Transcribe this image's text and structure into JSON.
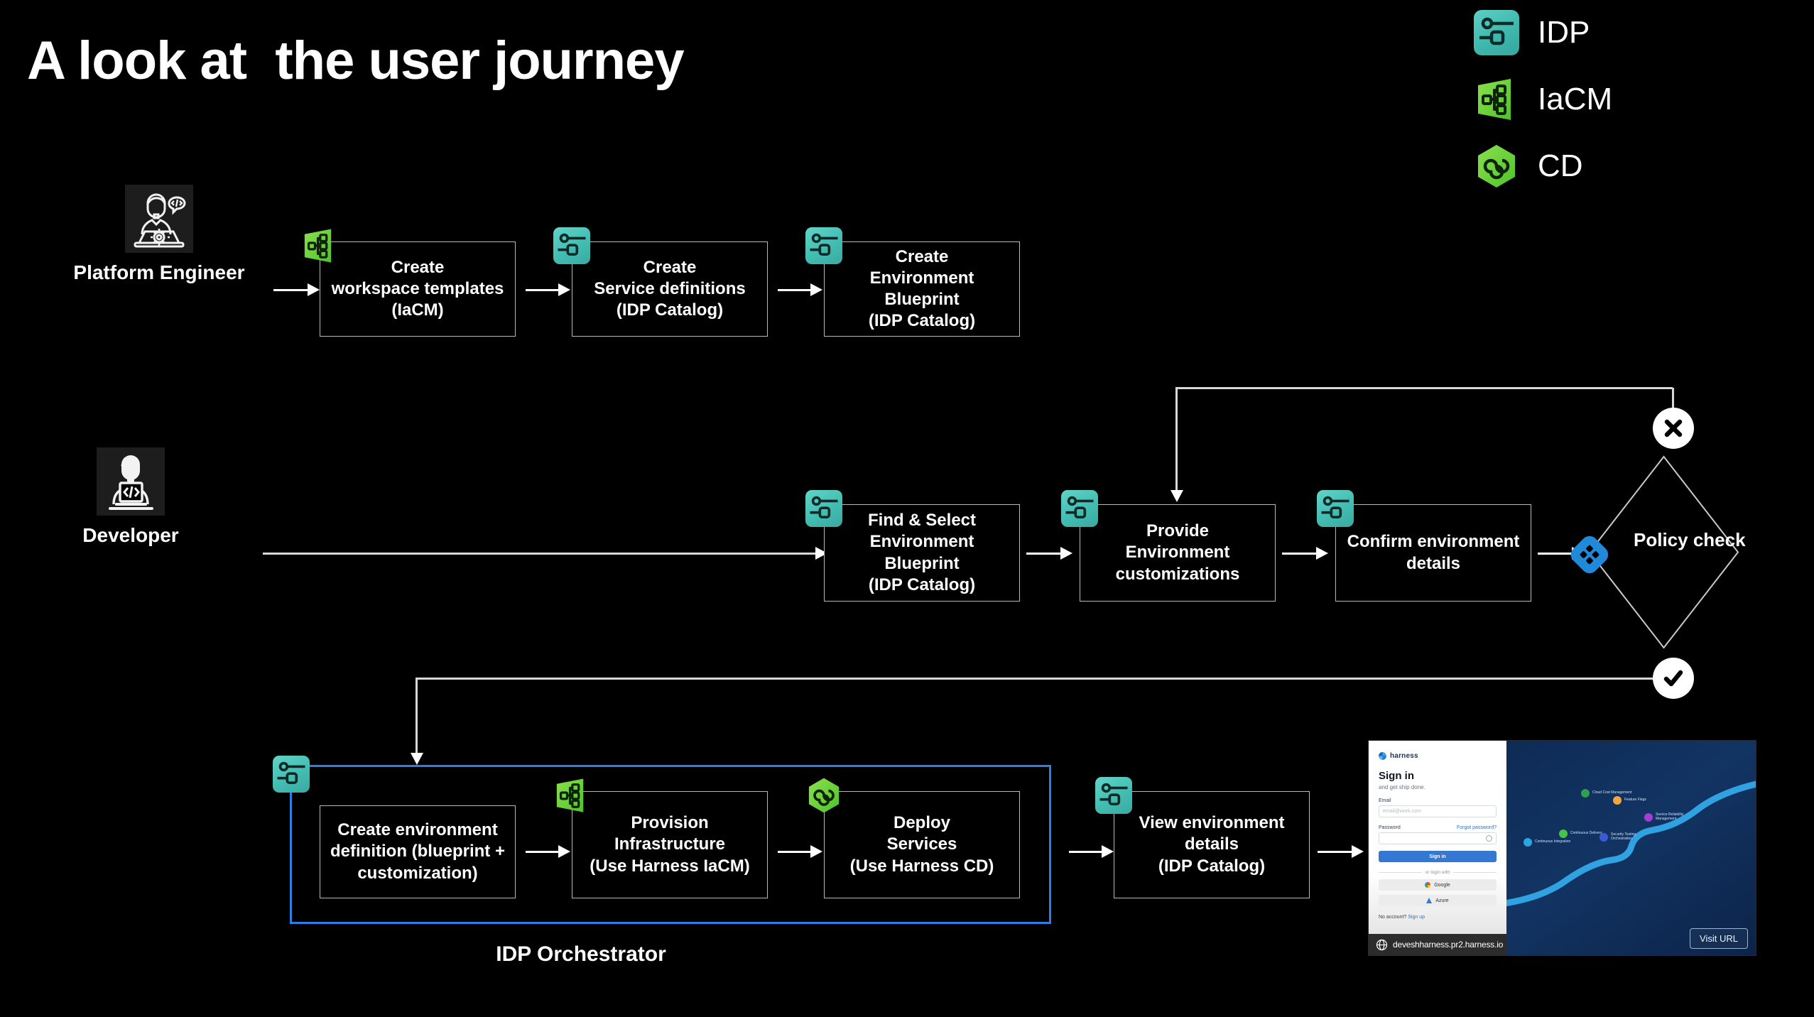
{
  "slide": {
    "title": "A look at  the user journey"
  },
  "legend": {
    "items": [
      {
        "icon": "idp-icon",
        "label": "IDP"
      },
      {
        "icon": "iacm-icon",
        "label": "IaCM"
      },
      {
        "icon": "cd-icon",
        "label": "CD"
      }
    ]
  },
  "personas": [
    {
      "id": "platform-engineer",
      "label": "Platform Engineer",
      "icon": "platform-engineer-avatar-icon"
    },
    {
      "id": "developer",
      "label": "Developer",
      "icon": "developer-avatar-icon"
    }
  ],
  "rows": {
    "platform_engineer": {
      "steps": [
        {
          "badge": "iacm-icon",
          "text": "Create\nworkspace templates\n(IaCM)"
        },
        {
          "badge": "idp-icon",
          "text": "Create\nService definitions\n(IDP Catalog)"
        },
        {
          "badge": "idp-icon",
          "text": "Create\nEnvironment Blueprint\n(IDP Catalog)"
        }
      ]
    },
    "developer": {
      "steps": [
        {
          "badge": "idp-icon",
          "text": "Find & Select\nEnvironment Blueprint\n(IDP Catalog)"
        },
        {
          "badge": "idp-icon",
          "text": "Provide\nEnvironment\ncustomizations"
        },
        {
          "badge": "idp-icon",
          "text": "Confirm environment\ndetails"
        }
      ],
      "decision": {
        "label": "Policy\ncheck",
        "icon": "opa-policy-icon",
        "fail_icon": "reject-x-icon",
        "pass_icon": "approve-check-icon"
      }
    },
    "orchestrator": {
      "group_label": "IDP Orchestrator",
      "group_badge": "idp-icon",
      "border_color": "#2b7fe0",
      "steps": [
        {
          "badge": null,
          "text": "Create environment\ndefinition (blueprint +\ncustomization)"
        },
        {
          "badge": "iacm-icon",
          "text": "Provision\nInfrastructure\n(Use Harness IaCM)"
        },
        {
          "badge": "cd-icon",
          "text": "Deploy\nServices\n(Use Harness CD)"
        }
      ],
      "final_step": {
        "badge": "idp-icon",
        "text": "View environment\ndetails\n(IDP Catalog)"
      }
    }
  },
  "thumbnail": {
    "brand": "harness",
    "title": "Sign in",
    "subtitle": "and get ship done.",
    "email_label": "Email",
    "email_placeholder": "email@work.com",
    "password_label": "Password",
    "forgot_link": "Forgot password?",
    "submit_label": "Sign in",
    "divider_label": "or login with",
    "oauth": [
      {
        "provider": "google",
        "label": "Google"
      },
      {
        "provider": "azure",
        "label": "Azure"
      }
    ],
    "no_account_text": "No account?",
    "sign_up_link": "Sign up",
    "url": "deveshharness.pr2.harness.io",
    "visit_button": "Visit URL",
    "hero_nodes": [
      {
        "label": "Continuous Integration",
        "color": "#2aa7e0"
      },
      {
        "label": "Continuous Delivery",
        "color": "#46c24a"
      },
      {
        "label": "Cloud Cost Management",
        "color": "#2f9e4f"
      },
      {
        "label": "Feature Flags",
        "color": "#f0a73c"
      },
      {
        "label": "Security Testing Orchestration",
        "color": "#3b5bd6"
      },
      {
        "label": "Service Reliability Management",
        "color": "#a33fd6"
      }
    ]
  },
  "colors": {
    "background": "#000000",
    "idp_teal": "#46c0b5",
    "iacm_green": "#6fd83c",
    "cd_green": "#6fd83c",
    "orchestrator_blue": "#2b7fe0",
    "opa_blue": "#2189da",
    "box_border": "#b9b9b9"
  }
}
